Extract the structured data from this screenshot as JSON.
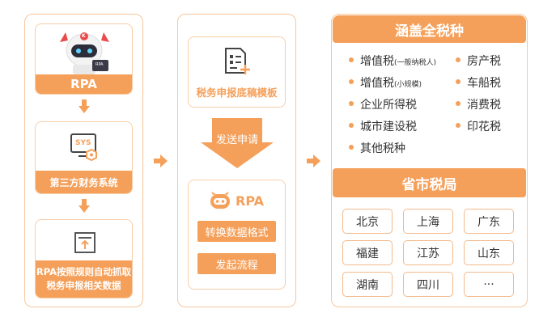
{
  "left_column": {
    "robot_label": "RPA",
    "robot_tag": "K",
    "robot_screen_text": "RPA",
    "finance_system_label": "第三方财务系统",
    "sys_icon_text": "SYS",
    "auto_fetch_label_line1": "RPA按照规则自动抓取",
    "auto_fetch_label_line2": "税务申报相关数据"
  },
  "middle_column": {
    "template_label": "税务申报底稿模板",
    "submit_label": "发送申请",
    "rpa_label": "RPA",
    "convert_button": "转换数据格式",
    "start_button": "发起流程"
  },
  "right_column": {
    "tax_header": "涵盖全税种",
    "tax_items": [
      {
        "name": "增值税",
        "note": "(一般纳税人)"
      },
      {
        "name": "增值税",
        "note": "(小规模)"
      },
      {
        "name": "企业所得税",
        "note": ""
      },
      {
        "name": "城市建设税",
        "note": ""
      },
      {
        "name": "其他税种",
        "note": ""
      },
      {
        "name": "房产税",
        "note": ""
      },
      {
        "name": "车船税",
        "note": ""
      },
      {
        "name": "消费税",
        "note": ""
      },
      {
        "name": "印花税",
        "note": ""
      }
    ],
    "bureau_header": "省市税局",
    "cities": [
      "北京",
      "上海",
      "广东",
      "福建",
      "江苏",
      "山东",
      "湖南",
      "四川",
      "···"
    ]
  },
  "colors": {
    "accent": "#f5a05a",
    "border": "#f6c79c"
  }
}
